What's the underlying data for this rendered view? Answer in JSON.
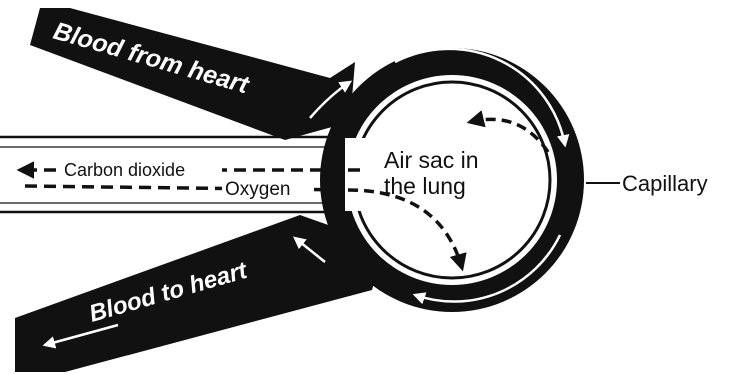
{
  "diagram": {
    "labels": {
      "blood_from_heart": "Blood from heart",
      "blood_to_heart": "Blood to heart",
      "carbon_dioxide": "Carbon dioxide",
      "oxygen": "Oxygen",
      "air_sac_line1": "Air sac in",
      "air_sac_line2": "the lung",
      "capillary": "Capillary"
    },
    "colors": {
      "ink": "#111111",
      "paper": "#ffffff"
    }
  }
}
